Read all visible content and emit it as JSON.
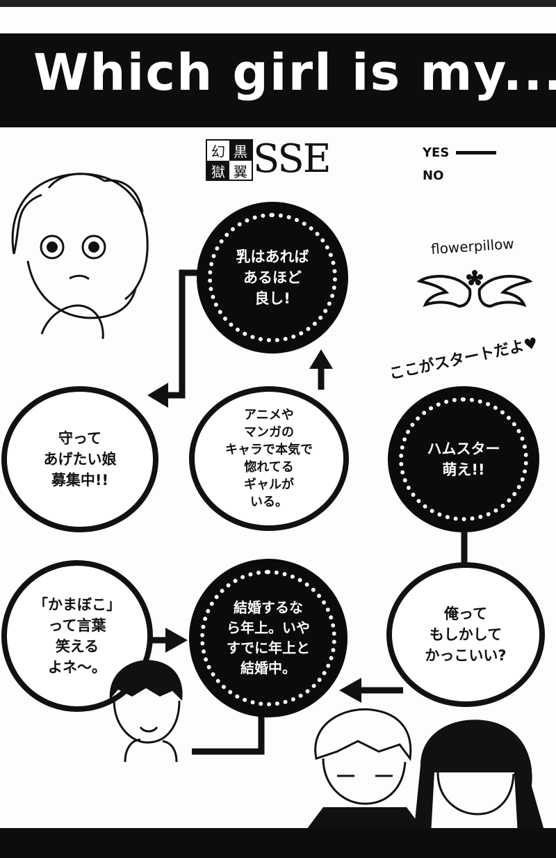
{
  "header": {
    "title": "Which girl is my..."
  },
  "logo": {
    "kanji": [
      "幻",
      "黒",
      "獄",
      "翼"
    ],
    "text": "SSE"
  },
  "legend": {
    "yes": "YES",
    "no": "NO"
  },
  "brand": {
    "text": "flowerpillow"
  },
  "start_label": "ここがスタートだよ♥",
  "nodes": {
    "n1": "乳はあれば\nあるほど\n良し!",
    "n2": "守って\nあげたい娘\n募集中!!",
    "n3": "アニメや\nマンガの\nキャラで本気で\n惚れてる\nギャルが\nいる。",
    "n4": "ハムスター\n萌え!!",
    "n5": "「かまぼこ」\nって言葉\n笑える\nよネ〜。",
    "n6": "結婚するな\nら年上。いや\nすでに年上と\n結婚中。",
    "n7": "俺って\nもしかして\nかっこいい?"
  }
}
